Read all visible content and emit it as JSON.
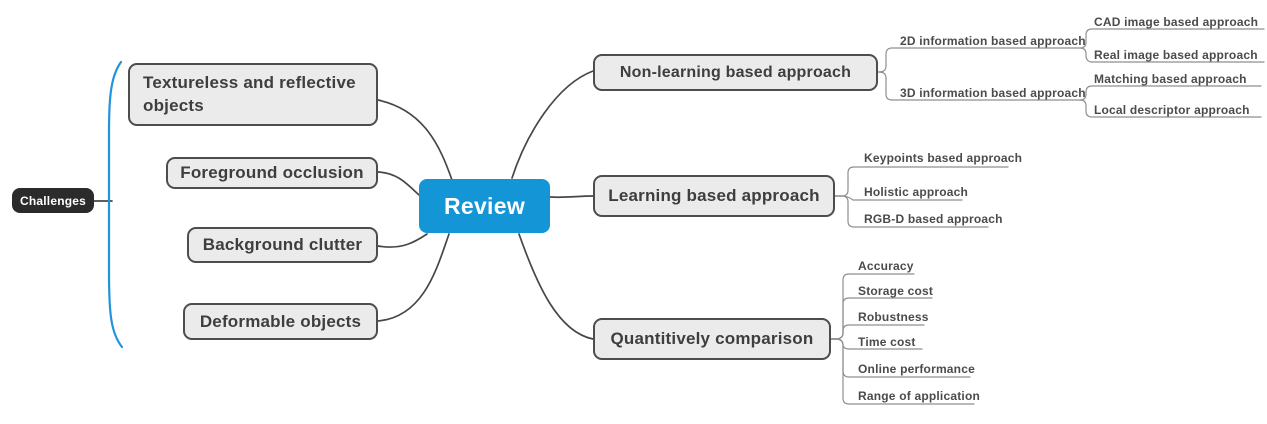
{
  "colors": {
    "accent_blue": "#1496d6",
    "bracket_blue": "#2293dc",
    "node_fill": "#ebebeb",
    "node_border": "#4d4d4d",
    "dark_node_bg": "#2b2b2b",
    "connector_dark": "#474747",
    "connector_gray": "#8f8f8f"
  },
  "map": {
    "root": {
      "label": "Review"
    },
    "challenges": {
      "label": "Challenges",
      "items": [
        {
          "label": "Textureless and reflective objects"
        },
        {
          "label": "Foreground occlusion"
        },
        {
          "label": "Background clutter"
        },
        {
          "label": "Deformable objects"
        }
      ]
    },
    "branches": [
      {
        "label": "Non-learning based approach",
        "children": [
          {
            "label": "2D information based approach",
            "children": [
              {
                "label": "CAD image based approach"
              },
              {
                "label": "Real image based approach"
              }
            ]
          },
          {
            "label": "3D information based approach",
            "children": [
              {
                "label": "Matching based approach"
              },
              {
                "label": "Local descriptor approach"
              }
            ]
          }
        ]
      },
      {
        "label": "Learning based approach",
        "children": [
          {
            "label": "Keypoints based approach"
          },
          {
            "label": "Holistic approach"
          },
          {
            "label": "RGB-D based approach"
          }
        ]
      },
      {
        "label": "Quantitively comparison",
        "children": [
          {
            "label": "Accuracy"
          },
          {
            "label": "Storage cost"
          },
          {
            "label": "Robustness"
          },
          {
            "label": "Time cost"
          },
          {
            "label": "Online performance"
          },
          {
            "label": "Range of application"
          }
        ]
      }
    ]
  }
}
